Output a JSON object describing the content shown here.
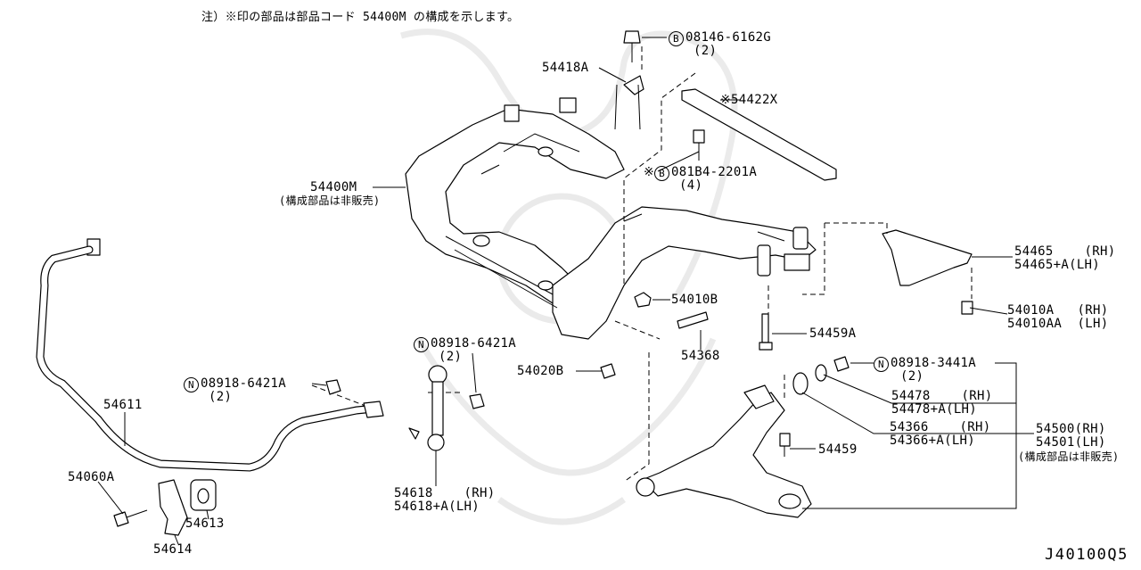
{
  "note": "注）※印の部品は部品コード 54400M の構成を示します。",
  "document_id": "J40100Q5",
  "markers": {
    "bolt": "B",
    "nut": "N",
    "asterisk": "※"
  },
  "icons": {
    "bolt_marker": "circle-B-icon",
    "nut_marker": "circle-N-icon"
  },
  "labels": {
    "p08146": "08146-6162G",
    "p08146_qty": "(2)",
    "p54418A": "54418A",
    "p54422X": "54422X",
    "p081B4": "081B4-2201A",
    "p081B4_qty": "(4)",
    "p54400M": "54400M",
    "p54400M_note": "(構成部品は非販売)",
    "p54465": "54465    (RH)",
    "p54465LH": "54465+A(LH)",
    "p54010A": "54010A   (RH)",
    "p54010AA": "54010AA  (LH)",
    "p54010B": "54010B",
    "p54459A": "54459A",
    "p54368": "54368",
    "p08918_3441A": "08918-3441A",
    "p08918_3441A_qty": "(2)",
    "p08918_6421A_top": "08918-6421A",
    "p08918_6421A_top_qty": "(2)",
    "p54020B": "54020B",
    "p08918_6421A_left": "08918-6421A",
    "p08918_6421A_left_qty": "(2)",
    "p54611": "54611",
    "p54478": "54478    (RH)",
    "p54478LH": "54478+A(LH)",
    "p54366": "54366    (RH)",
    "p54366LH": "54366+A(LH)",
    "p54500": "54500(RH)",
    "p54501": "54501(LH)",
    "p54500_note": "(構成部品は非販売)",
    "p54459": "54459",
    "p54060A": "54060A",
    "p54613": "54613",
    "p54614": "54614",
    "p54618": "54618    (RH)",
    "p54618LH": "54618+A(LH)"
  }
}
